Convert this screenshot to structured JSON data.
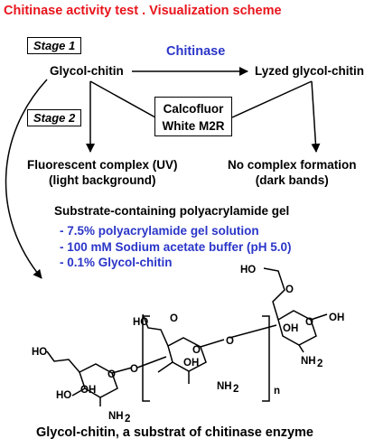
{
  "title": "Chitinase activity test . Visualization scheme",
  "stage1_label": "Stage 1",
  "stage2_label": "Stage 2",
  "enzyme_label": "Chitinase",
  "substrate_label": "Glycol-chitin",
  "product_label": "Lyzed glycol-chitin",
  "dye_label": "Calcofluor White M2R",
  "outcome_left": {
    "line1": "Fluorescent complex (UV)",
    "line2": "(light background)"
  },
  "outcome_right": {
    "line1": "No complex formation",
    "line2": "(dark bands)"
  },
  "gel": {
    "heading": "Substrate-containing polyacrylamide gel",
    "items": [
      "- 7.5% polyacrylamide gel solution",
      "- 100 mM Sodium acetate buffer (pH 5.0)",
      "- 0.1% Glycol-chitin"
    ]
  },
  "structure_labels": {
    "ho": "HO",
    "oh": "OH",
    "o": "O",
    "nh2": "NH",
    "sub2": "2",
    "repeat_n": "n"
  },
  "caption": "Glycol-chitin, a substrat of chitinase enzyme",
  "colors": {
    "title": "#e8141c",
    "accent_blue": "#2a35c8"
  }
}
